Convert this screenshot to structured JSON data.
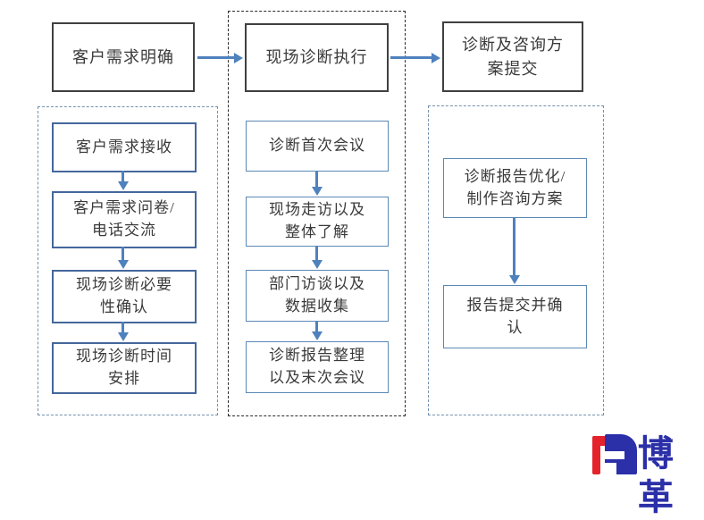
{
  "diagram": {
    "headers": [
      {
        "label": "客户需求明确"
      },
      {
        "label": "现场诊断执行"
      },
      {
        "label": "诊断及咨询方\n案提交"
      }
    ],
    "columns": [
      {
        "steps": [
          {
            "label": "客户需求接收"
          },
          {
            "label": "客户需求问卷/\n电话交流"
          },
          {
            "label": "现场诊断必要\n性确认"
          },
          {
            "label": "现场诊断时间\n安排"
          }
        ]
      },
      {
        "steps": [
          {
            "label": "诊断首次会议"
          },
          {
            "label": "现场走访以及\n整体了解"
          },
          {
            "label": "部门访谈以及\n数据收集"
          },
          {
            "label": "诊断报告整理\n以及末次会议"
          }
        ]
      },
      {
        "steps": [
          {
            "label": "诊断报告优化/\n制作咨询方案"
          },
          {
            "label": "报告提交并确\n认"
          }
        ]
      }
    ]
  },
  "logo": {
    "text": "博革"
  },
  "colors": {
    "arrow": "#4f81bd",
    "step_border_dark": "#44679b",
    "step_border_light": "#5b88b5",
    "header_border": "#404040",
    "container_dash_blue": "#7291ad",
    "container_dash_black": "#2b2b2b",
    "logo_red": "#e4222b",
    "logo_blue": "#2b2fa8",
    "text": "#3a3a3a",
    "background": "#ffffff"
  }
}
